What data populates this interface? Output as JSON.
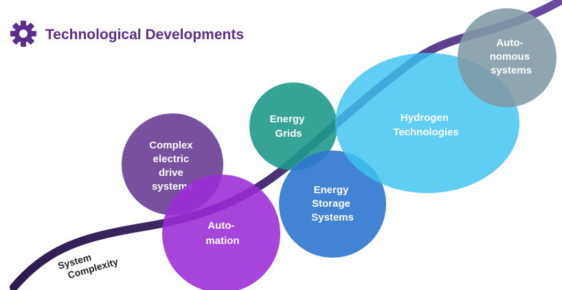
{
  "header": {
    "title": "Technological Developments",
    "icon": "gear-icon",
    "title_color": "#5b2d91"
  },
  "curve": {
    "label_line1": "System",
    "label_line2": "Complexity",
    "color_start": "#2d1b4e",
    "color_end": "#6b4aa0"
  },
  "bubbles": [
    {
      "id": "complex-electric-drive-systems",
      "lines": [
        "Complex",
        "electric",
        "drive",
        "systems"
      ],
      "color": "#6a3d92"
    },
    {
      "id": "automation",
      "lines": [
        "Auto-",
        "mation"
      ],
      "color": "#9b2bd6"
    },
    {
      "id": "energy-grids",
      "lines": [
        "Energy",
        "Grids"
      ],
      "color": "#1f9a8c"
    },
    {
      "id": "energy-storage-systems",
      "lines": [
        "Energy",
        "Storage",
        "Systems"
      ],
      "color": "#2f75cf"
    },
    {
      "id": "hydrogen-technologies",
      "lines": [
        "Hydrogen",
        "Technologies"
      ],
      "color": "#3dc3ef"
    },
    {
      "id": "autonomous-systems",
      "lines": [
        "Auto-",
        "nomous",
        "systems"
      ],
      "color": "#7f9aa6"
    }
  ]
}
